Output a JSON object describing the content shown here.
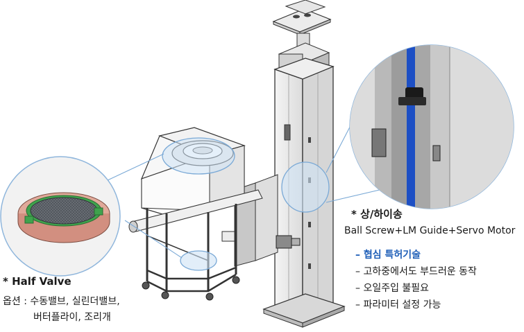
{
  "lift": {
    "title": "* 상/하이송",
    "subtitle": "Ball Screw+LM Guide+Servo Motor",
    "items": [
      {
        "text": "– 협심 특허기술",
        "accent": true
      },
      {
        "text": "– 고하중에서도 부드러운 동작",
        "accent": false
      },
      {
        "text": "– 오일주입 불필요",
        "accent": false
      },
      {
        "text": "– 파라미터 설정 가능",
        "accent": false
      }
    ]
  },
  "valve": {
    "title": "* Half Valve",
    "options_line1": "옵션 : 수동밸브, 실린더밸브,",
    "options_line2": "버터플라이, 조리개"
  },
  "colors": {
    "accent": "#1f5fb8",
    "callout_fill": "#cfe3f5",
    "callout_stroke": "#7aa9d6",
    "rail_blue": "#1d4fc4",
    "valve_ring": "#e0a99a",
    "valve_seal": "#3fa34d",
    "valve_mesh": "#5a5f66"
  }
}
